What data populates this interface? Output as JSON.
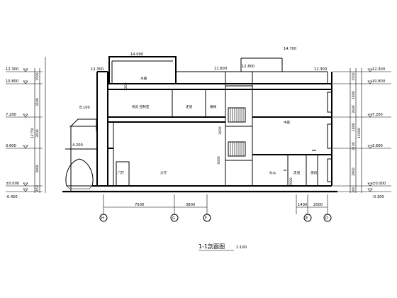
{
  "drawing": {
    "caption": "1-1剖面图",
    "scale": "1:100"
  },
  "left_elevations": [
    "12.300",
    "10.800",
    "7.200",
    "3.600",
    "±0.000",
    "-0.450"
  ],
  "left_dims": [
    "1500",
    "3600",
    "3600",
    "3600",
    "450",
    "12750"
  ],
  "right_elevations": [
    "12.300",
    "10.800",
    "7.200",
    "3.600",
    "±0.000",
    "-0.300"
  ],
  "right_dims": [
    "1500",
    "1800",
    "3600",
    "1800",
    "2100",
    "2900",
    "300",
    "12600"
  ],
  "inline_levels": {
    "roof_a": "14.000",
    "roof_b": "14.700",
    "parapet_left": "12.300",
    "stair_top": "11.600",
    "stair_mid": "12.800",
    "right_parapet": "12.300",
    "canopy": "8.100",
    "entrance": "4.200"
  },
  "room_labels": {
    "top_room": "水箱",
    "upper_left": "机房 控制室",
    "upper_mid": "走道",
    "stair": "楼梯",
    "right_big": "中庭",
    "lower_left_box": "门厅",
    "lower_left": "大厅",
    "lower_right_1": "办公",
    "lower_right_2": "走道",
    "lower_right_3": "值班"
  },
  "bottom_dims": [
    "7500",
    "3800",
    "1400",
    "2000"
  ],
  "axes": [
    "H",
    "G",
    "F",
    "E",
    "D"
  ],
  "mid_dims": [
    "1200",
    "3000",
    "3600",
    "2000"
  ]
}
